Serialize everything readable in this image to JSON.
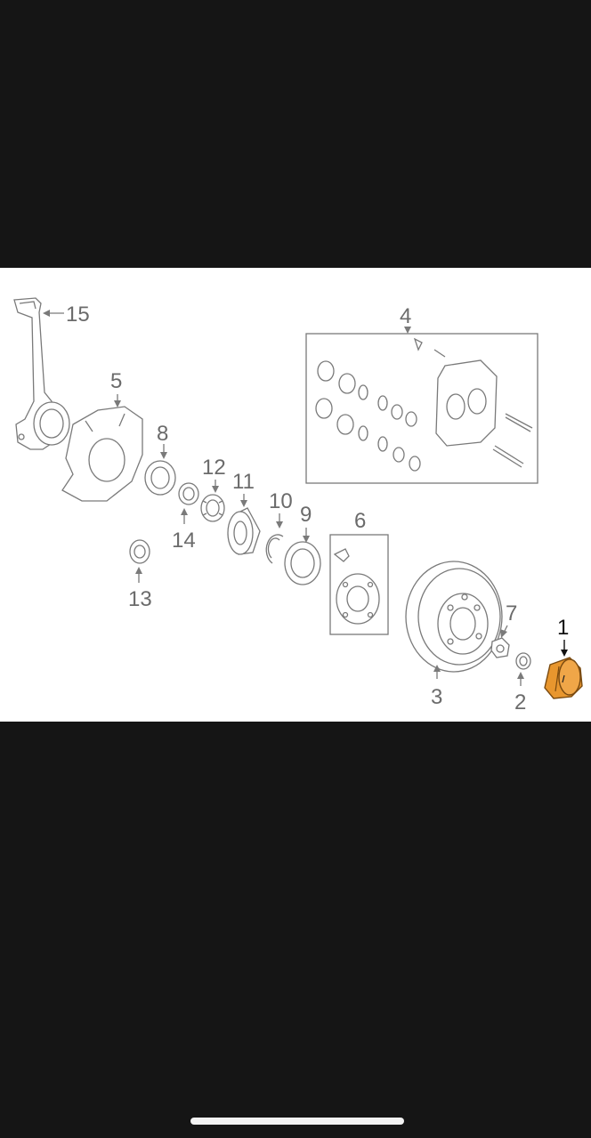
{
  "diagram": {
    "callouts": [
      {
        "id": "1",
        "text": "1",
        "highlighted": true
      },
      {
        "id": "2",
        "text": "2"
      },
      {
        "id": "3",
        "text": "3"
      },
      {
        "id": "4",
        "text": "4"
      },
      {
        "id": "5",
        "text": "5"
      },
      {
        "id": "6",
        "text": "6"
      },
      {
        "id": "7",
        "text": "7"
      },
      {
        "id": "8",
        "text": "8"
      },
      {
        "id": "9",
        "text": "9"
      },
      {
        "id": "10",
        "text": "10"
      },
      {
        "id": "11",
        "text": "11"
      },
      {
        "id": "12",
        "text": "12"
      },
      {
        "id": "13",
        "text": "13"
      },
      {
        "id": "14",
        "text": "14"
      },
      {
        "id": "15",
        "text": "15"
      }
    ],
    "colors": {
      "line": "#7a7a7a",
      "label": "#6b6b6b",
      "highlight_fill": "#e8962e",
      "highlight_stroke": "#7a4a10",
      "panel": "#ffffff",
      "background": "#151515"
    }
  }
}
